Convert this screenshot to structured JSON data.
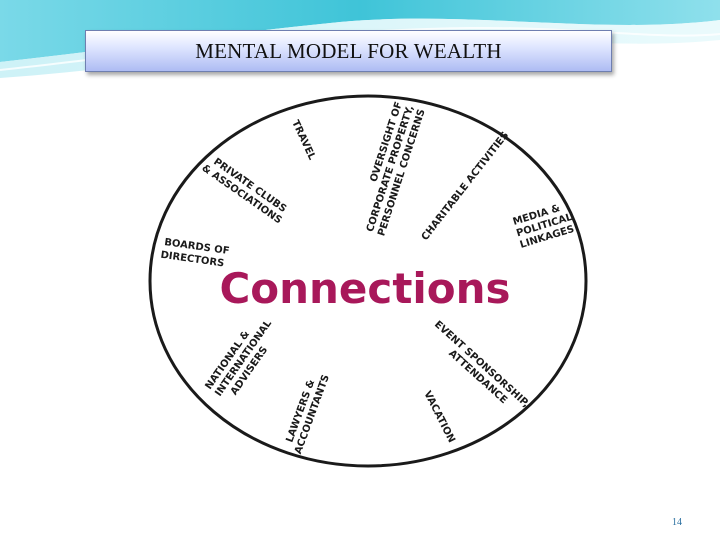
{
  "slide": {
    "title": "MENTAL MODEL FOR WEALTH",
    "page_number": "14"
  },
  "diagram": {
    "center_label": "Connections",
    "colors": {
      "center_text": "#a8185a",
      "label_text": "#1a1a1a",
      "ellipse_stroke": "#1a1a1a",
      "header_teal": "#3fc4d8"
    },
    "labels": {
      "travel": [
        "TRAVEL"
      ],
      "oversight": [
        "OVERSIGHT OF",
        "CORPORATE PROPERTY,",
        "PERSONNEL CONCERNS"
      ],
      "charitable": [
        "CHARITABLE ACTIVITIES"
      ],
      "media": [
        "MEDIA &",
        "POLITICAL",
        "LINKAGES"
      ],
      "private_clubs": [
        "PRIVATE CLUBS",
        "& ASSOCIATIONS"
      ],
      "boards": [
        "BOARDS OF",
        "DIRECTORS"
      ],
      "event": [
        "EVENT SPONSORSHIP,",
        "ATTENDANCE"
      ],
      "vacation": [
        "VACATION"
      ],
      "lawyers": [
        "LAWYERS &",
        "ACCOUNTANTS"
      ],
      "national": [
        "NATIONAL &",
        "INTERNATIONAL",
        "ADVISERS"
      ]
    }
  }
}
